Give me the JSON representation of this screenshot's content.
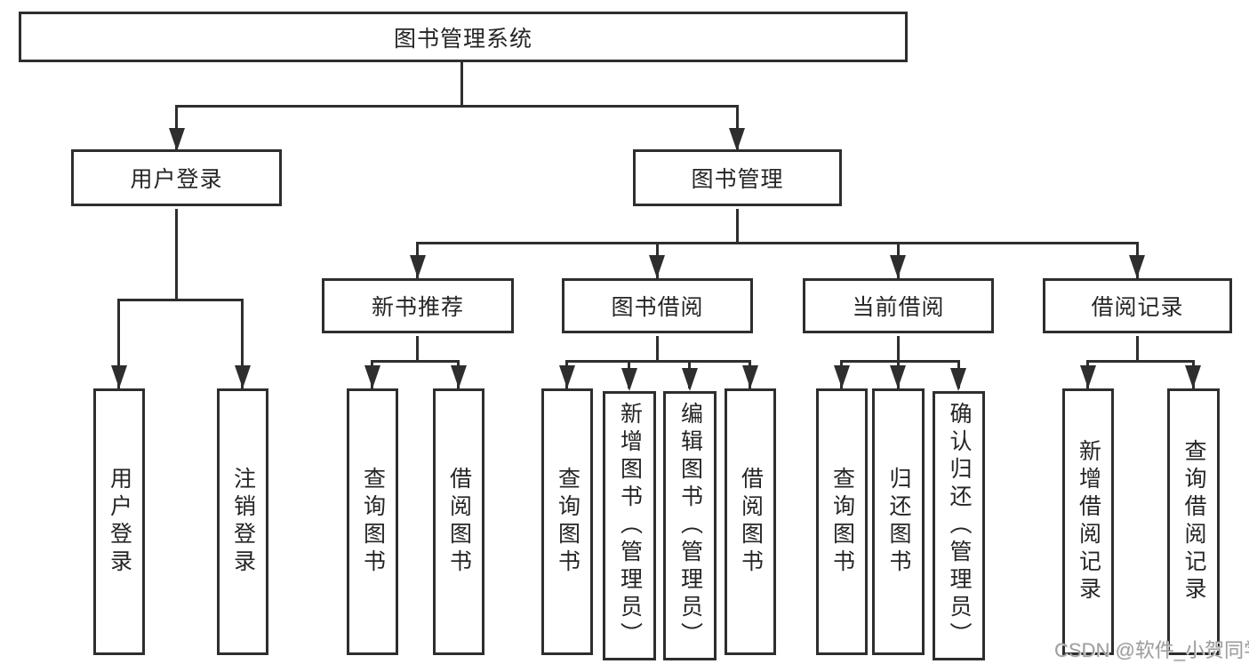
{
  "diagram_type": "hierarchy-tree",
  "colors": {
    "line": "#2e2e2e",
    "box_border": "#2e2e2e",
    "box_background": "#ffffff",
    "text": "#252525",
    "watermark_text": "#9e9e9e"
  },
  "tree": {
    "label": "图书管理系统",
    "children": [
      {
        "label": "用户登录",
        "children": [
          {
            "label": "用户登录"
          },
          {
            "label": "注销登录"
          }
        ]
      },
      {
        "label": "图书管理",
        "children": [
          {
            "label": "新书推荐",
            "children": [
              {
                "label": "查询图书"
              },
              {
                "label": "借阅图书"
              }
            ]
          },
          {
            "label": "图书借阅",
            "children": [
              {
                "label": "查询图书"
              },
              {
                "label": "新增图书（管理员）"
              },
              {
                "label": "编辑图书（管理员）"
              },
              {
                "label": "借阅图书"
              }
            ]
          },
          {
            "label": "当前借阅",
            "children": [
              {
                "label": "查询图书"
              },
              {
                "label": "归还图书"
              },
              {
                "label": "确认归还（管理员）"
              }
            ]
          },
          {
            "label": "借阅记录",
            "children": [
              {
                "label": "新增借阅记录"
              },
              {
                "label": "查询借阅记录"
              }
            ]
          }
        ]
      }
    ]
  },
  "watermark": {
    "text": "CSDN @软件_小贺同学"
  }
}
